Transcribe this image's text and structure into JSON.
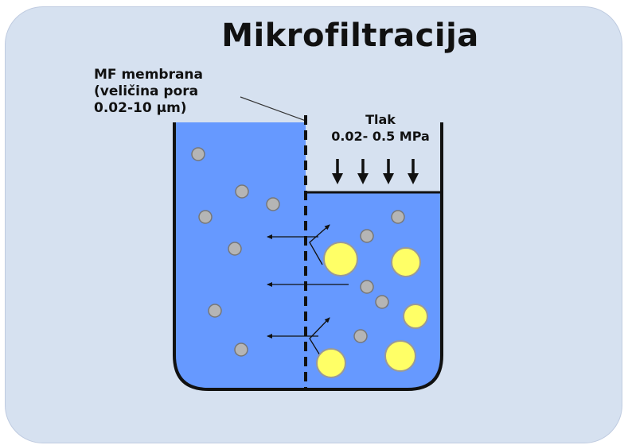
{
  "title": "Mikrofiltracija",
  "membrane": {
    "line1": "MF membrana",
    "line2": "(veličina pora",
    "line3": "0.02-10 μm)"
  },
  "pressure": {
    "line1": "Tlak",
    "line2": "0.02- 0.5 MPa"
  },
  "colors": {
    "background": "#d6e1f0",
    "liquid": "#6699ff",
    "small_particle": "#b5b5b5",
    "large_particle": "#ffff66",
    "outline": "#111111"
  }
}
